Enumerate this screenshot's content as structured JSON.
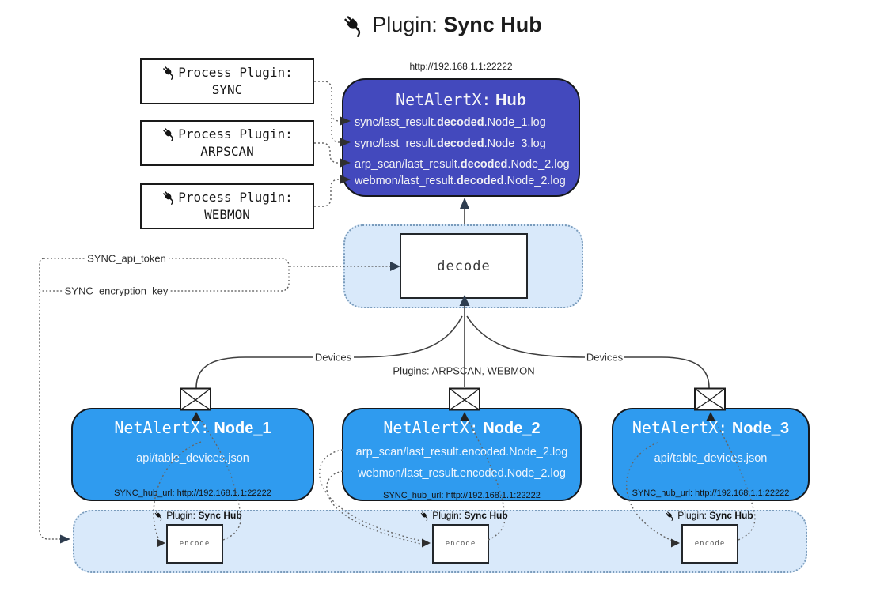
{
  "title": {
    "icon": "plug-icon",
    "prefix": "Plugin:",
    "name": "Sync Hub"
  },
  "process_plugins": [
    {
      "label": "Process Plugin:",
      "name": "SYNC"
    },
    {
      "label": "Process Plugin:",
      "name": "ARPSCAN"
    },
    {
      "label": "Process Plugin:",
      "name": "WEBMON"
    }
  ],
  "hub": {
    "url": "http://192.168.1.1:22222",
    "title_prefix": "NetAlertX:",
    "title_name": "Hub",
    "logs": [
      {
        "pre": "sync/last_result.",
        "bold": "decoded",
        "post": ".Node_1.log"
      },
      {
        "pre": "sync/last_result.",
        "bold": "decoded",
        "post": ".Node_3.log"
      },
      {
        "pre": "arp_scan/last_result.",
        "bold": "decoded",
        "post": ".Node_2.log"
      },
      {
        "pre": "webmon/last_result.",
        "bold": "decoded",
        "post": ".Node_2.log"
      }
    ]
  },
  "decode": {
    "label": "decode"
  },
  "labels": {
    "api_token": "SYNC_api_token",
    "encryption_key": "SYNC_encryption_key",
    "devices_left": "Devices",
    "devices_right": "Devices",
    "plugins": "Plugins: ARPSCAN, WEBMON"
  },
  "nodes": [
    {
      "title_prefix": "NetAlertX:",
      "name": "Node_1",
      "lines": [
        "api/table_devices.json"
      ],
      "hub_url": "SYNC_hub_url: http://192.168.1.1:22222"
    },
    {
      "title_prefix": "NetAlertX:",
      "name": "Node_2",
      "lines": [
        "arp_scan/last_result.encoded.Node_2.log",
        "webmon/last_result.encoded.Node_2.log"
      ],
      "hub_url": "SYNC_hub_url: http://192.168.1.1:22222"
    },
    {
      "title_prefix": "NetAlertX:",
      "name": "Node_3",
      "lines": [
        "api/table_devices.json"
      ],
      "hub_url": "SYNC_hub_url: http://192.168.1.1:22222"
    }
  ],
  "encoders": [
    {
      "plugin_prefix": "Plugin:",
      "plugin_name": "Sync Hub",
      "label": "encode"
    },
    {
      "plugin_prefix": "Plugin:",
      "plugin_name": "Sync Hub",
      "label": "encode"
    },
    {
      "plugin_prefix": "Plugin:",
      "plugin_name": "Sync Hub",
      "label": "encode"
    }
  ],
  "icons": {
    "plug": "plug-icon",
    "envelope": "envelope-icon"
  },
  "colors": {
    "hub_bg": "#4349BD",
    "node_bg": "#2F9BEF",
    "band_bg": "#D9E9FA",
    "band_border": "#7A9CBC",
    "box_border": "#1A1A1A",
    "connector": "#666666",
    "text_light": "#F5F5F7",
    "text_dark": "#222222"
  }
}
